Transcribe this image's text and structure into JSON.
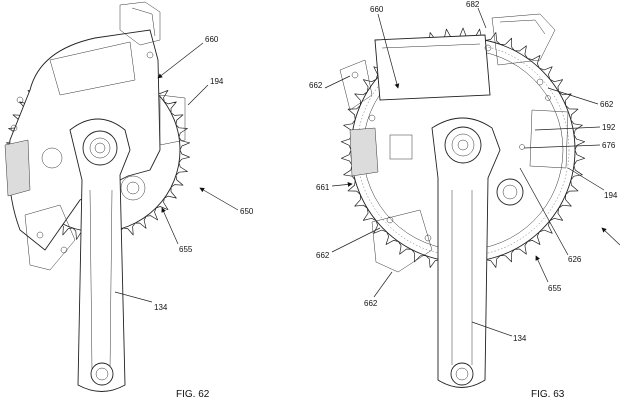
{
  "figures": [
    {
      "id": "fig62",
      "caption": "FIG. 62",
      "labels": {
        "l660": "660",
        "l194": "194",
        "l650": "650",
        "l655": "655",
        "l134": "134"
      }
    },
    {
      "id": "fig63",
      "caption": "FIG. 63",
      "labels": {
        "l660": "660",
        "l682": "682",
        "l662a": "662",
        "l662b": "662",
        "l192": "192",
        "l676": "676",
        "l194": "194",
        "l661": "661",
        "l662c": "662",
        "l626": "626",
        "l655": "655",
        "l662d": "662",
        "l134": "134"
      }
    }
  ]
}
